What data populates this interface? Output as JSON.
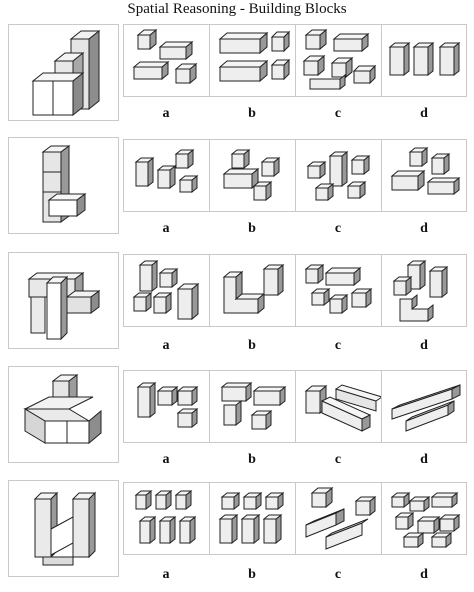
{
  "title": "Spatial Reasoning - Building Blocks",
  "option_labels": [
    "a",
    "b",
    "c",
    "d"
  ],
  "colors": {
    "outline": "#222222",
    "face_light": "#f2f2f2",
    "face_mid": "#d4d4d4",
    "face_dark": "#9a9a9a",
    "border": "#c9c9c9"
  }
}
